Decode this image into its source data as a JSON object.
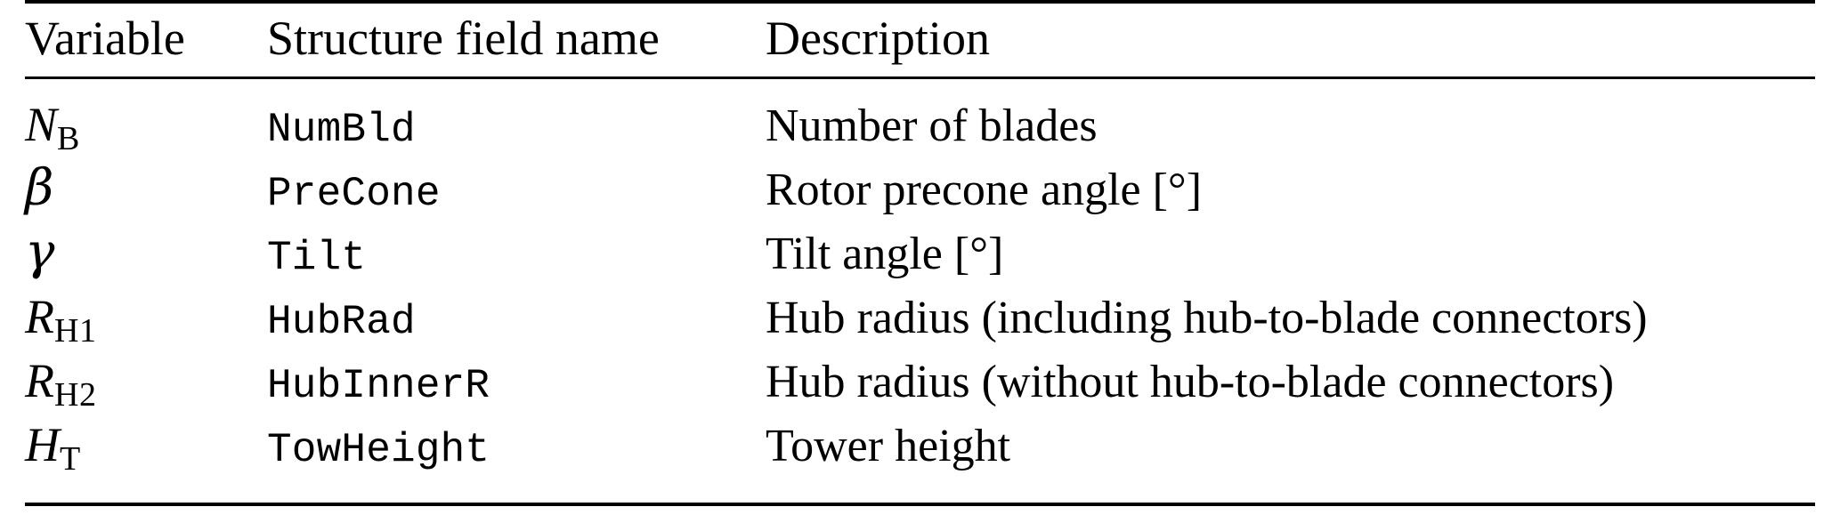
{
  "table": {
    "headers": {
      "variable": "Variable",
      "field": "Structure field name",
      "description": "Description"
    },
    "rows": [
      {
        "variable_symbol": "N",
        "variable_subscript": "B",
        "variable_plain": "N_B",
        "field": "NumBld",
        "description": "Number of blades"
      },
      {
        "variable_symbol": "β",
        "variable_subscript": "",
        "variable_plain": "β",
        "field": "PreCone",
        "description": "Rotor precone angle [°]"
      },
      {
        "variable_symbol": "γ",
        "variable_subscript": "",
        "variable_plain": "γ",
        "field": "Tilt",
        "description": "Tilt angle [°]"
      },
      {
        "variable_symbol": "R",
        "variable_subscript": "H1",
        "variable_plain": "R_H1",
        "field": "HubRad",
        "description": "Hub radius (including hub-to-blade connectors)"
      },
      {
        "variable_symbol": "R",
        "variable_subscript": "H2",
        "variable_plain": "R_H2",
        "field": "HubInnerR",
        "description": "Hub radius (without hub-to-blade connectors)"
      },
      {
        "variable_symbol": "H",
        "variable_subscript": "T",
        "variable_plain": "H_T",
        "field": "TowHeight",
        "description": "Tower height"
      }
    ]
  },
  "style": {
    "text_color": "#000000",
    "background_color": "#ffffff",
    "rule_color": "#000000"
  }
}
